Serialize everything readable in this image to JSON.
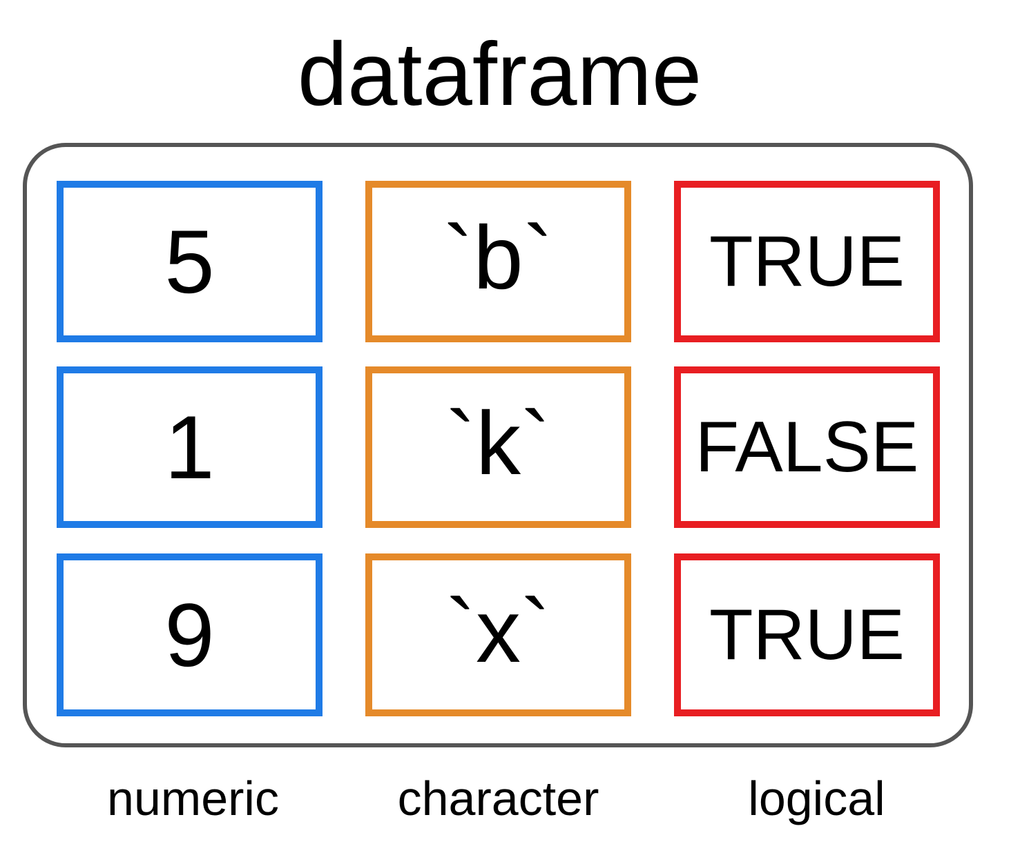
{
  "title": "dataframe",
  "columns": [
    {
      "type_label": "numeric",
      "color": "#1f7be6",
      "values": [
        "5",
        "1",
        "9"
      ]
    },
    {
      "type_label": "character",
      "color": "#e58a2a",
      "values": [
        "`b`",
        "`k`",
        "`x`"
      ]
    },
    {
      "type_label": "logical",
      "color": "#e81e22",
      "values": [
        "TRUE",
        "FALSE",
        "TRUE"
      ]
    }
  ],
  "frame_color": "#555555"
}
